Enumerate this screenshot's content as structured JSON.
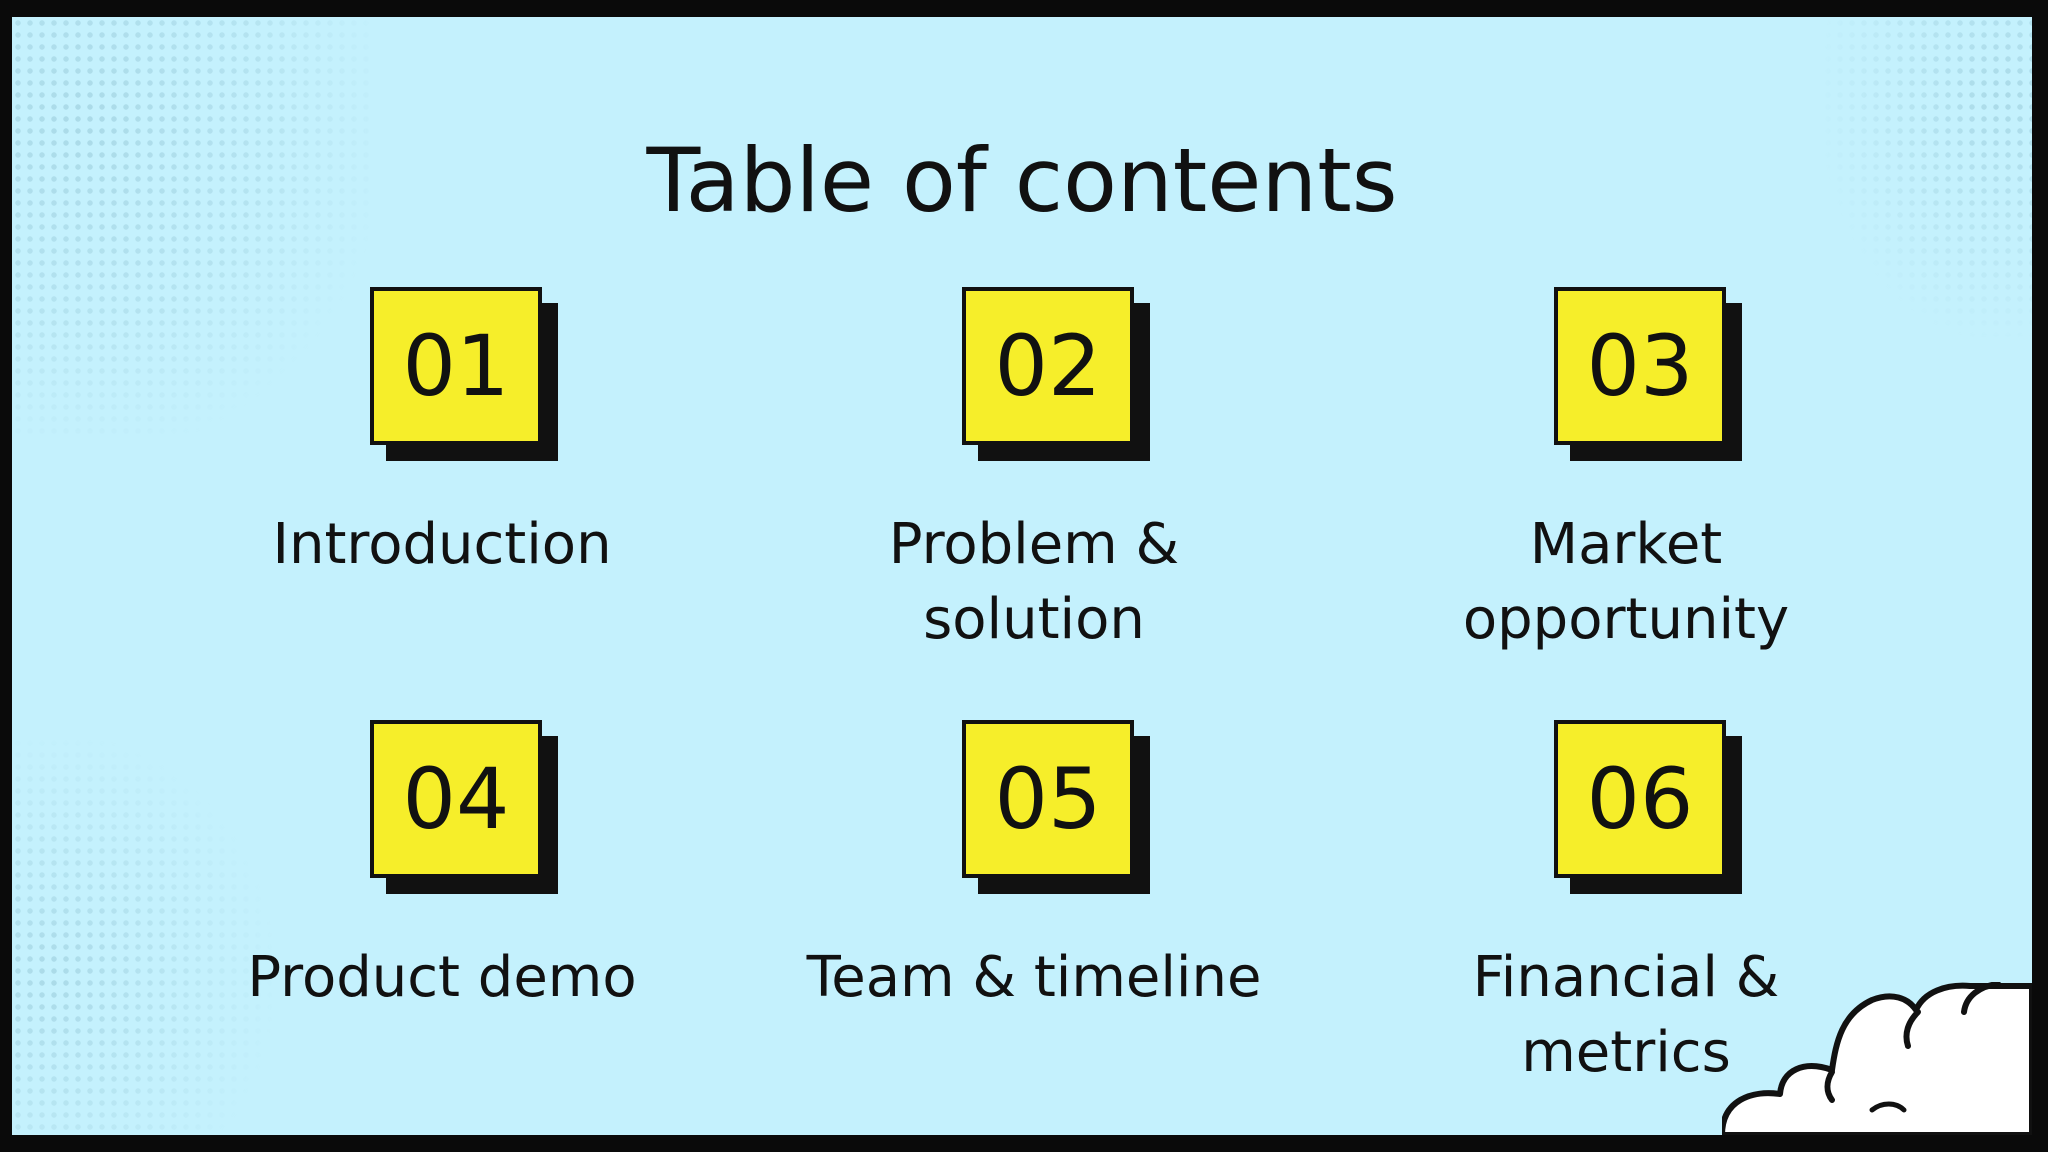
{
  "title": "Table of contents",
  "items": [
    {
      "number": "01",
      "label": "Introduction"
    },
    {
      "number": "02",
      "label": "Problem &\nsolution"
    },
    {
      "number": "03",
      "label": "Market\nopportunity"
    },
    {
      "number": "04",
      "label": "Product demo"
    },
    {
      "number": "05",
      "label": "Team & timeline"
    },
    {
      "number": "06",
      "label": "Financial &\nmetrics"
    }
  ],
  "colors": {
    "background": "#c4f1fd",
    "badge": "#f6ee2a",
    "ink": "#111111",
    "frame": "#0a0a0a"
  },
  "decorations": [
    "halftone-dots",
    "cloud"
  ]
}
